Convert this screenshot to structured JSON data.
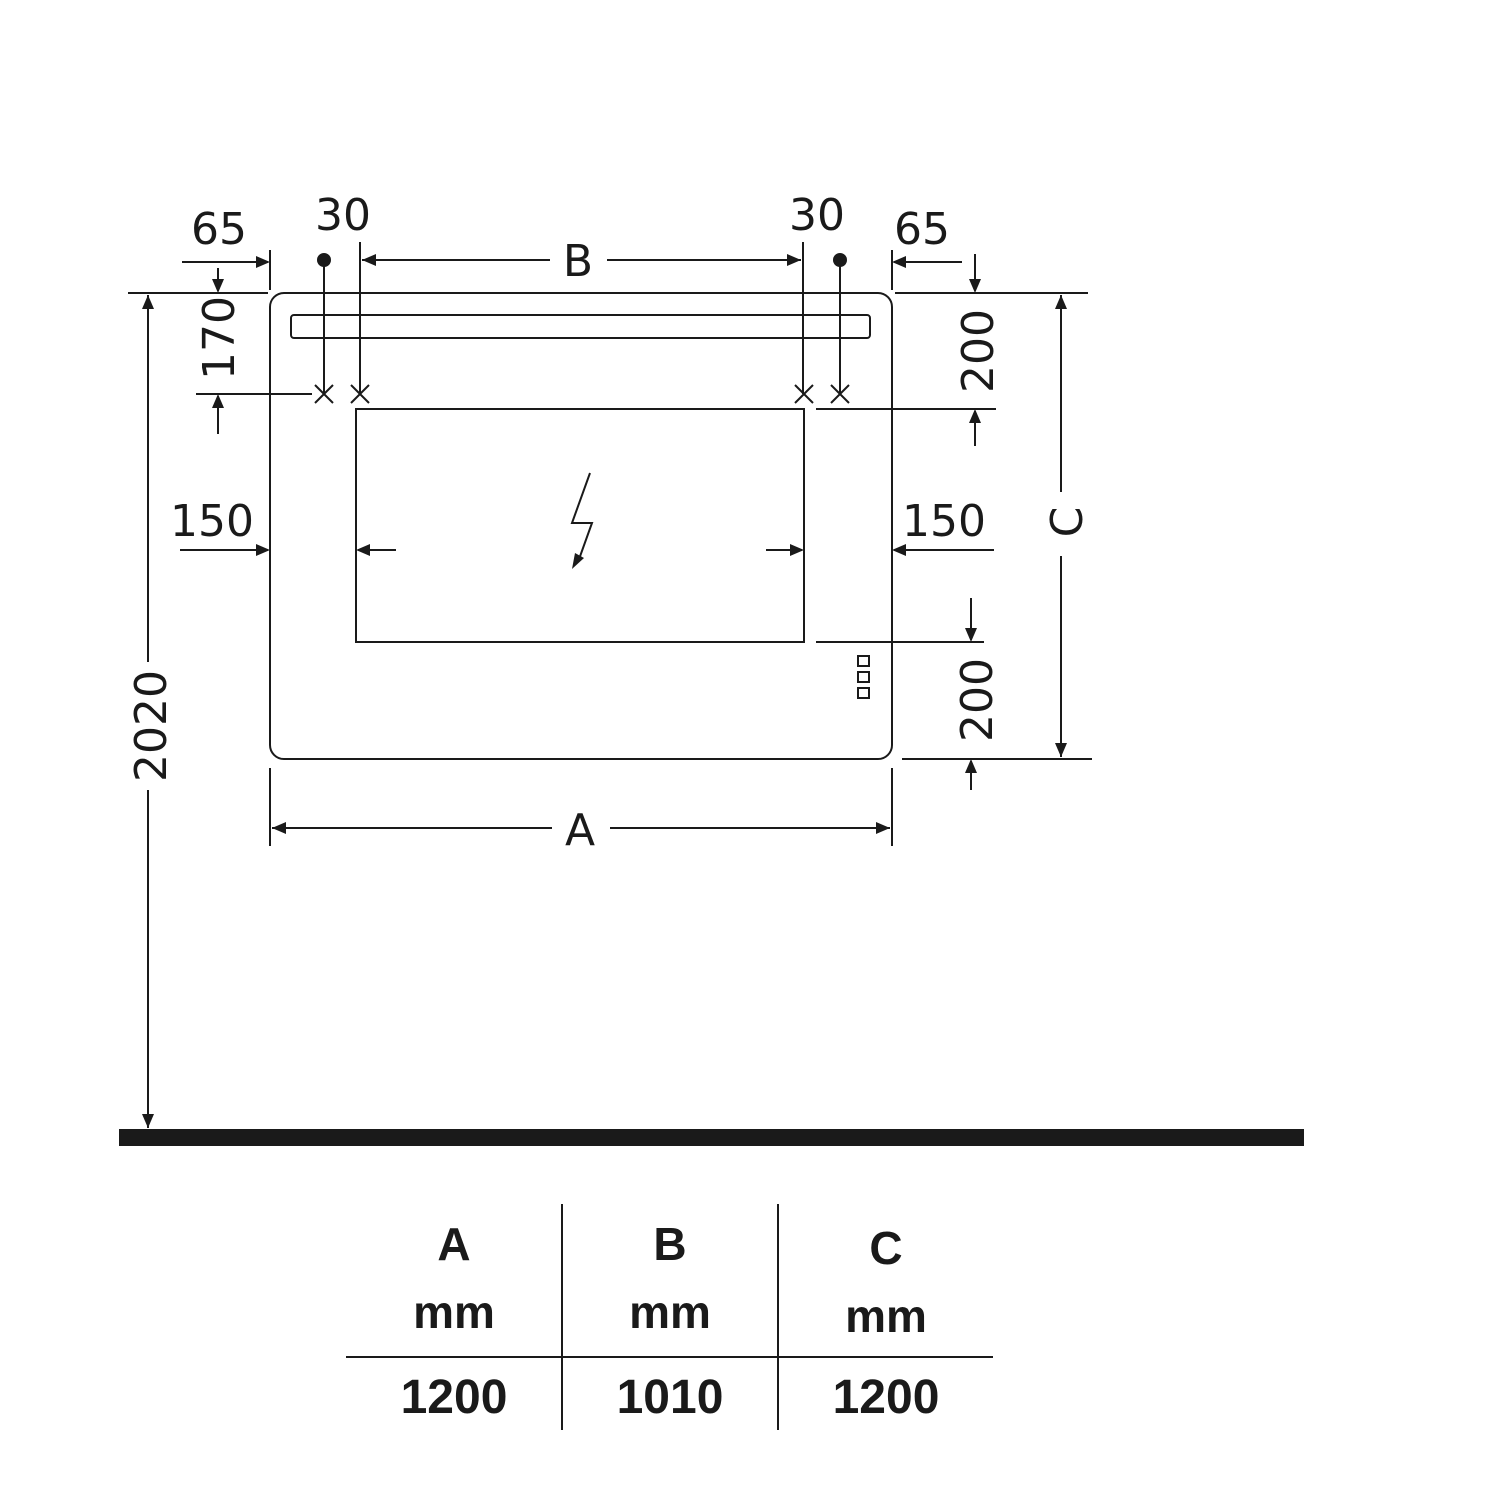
{
  "dimensions": {
    "left_offset": "65",
    "right_offset": "65",
    "left_hole_offset": "30",
    "right_hole_offset": "30",
    "b_label": "B",
    "a_label": "A",
    "c_label": "C",
    "height_170": "170",
    "top_200": "200",
    "bottom_200": "200",
    "left_150": "150",
    "right_150": "150",
    "floor_height": "2020"
  },
  "icons": {
    "electric": "lightning-icon",
    "controls": "control-buttons-icon"
  },
  "table": {
    "headers": [
      {
        "letter": "A",
        "unit": "mm"
      },
      {
        "letter": "B",
        "unit": "mm"
      },
      {
        "letter": "C",
        "unit": "mm"
      }
    ],
    "values": [
      "1200",
      "1010",
      "1200"
    ]
  },
  "colors": {
    "line": "#1a1a1a",
    "background": "#ffffff"
  }
}
